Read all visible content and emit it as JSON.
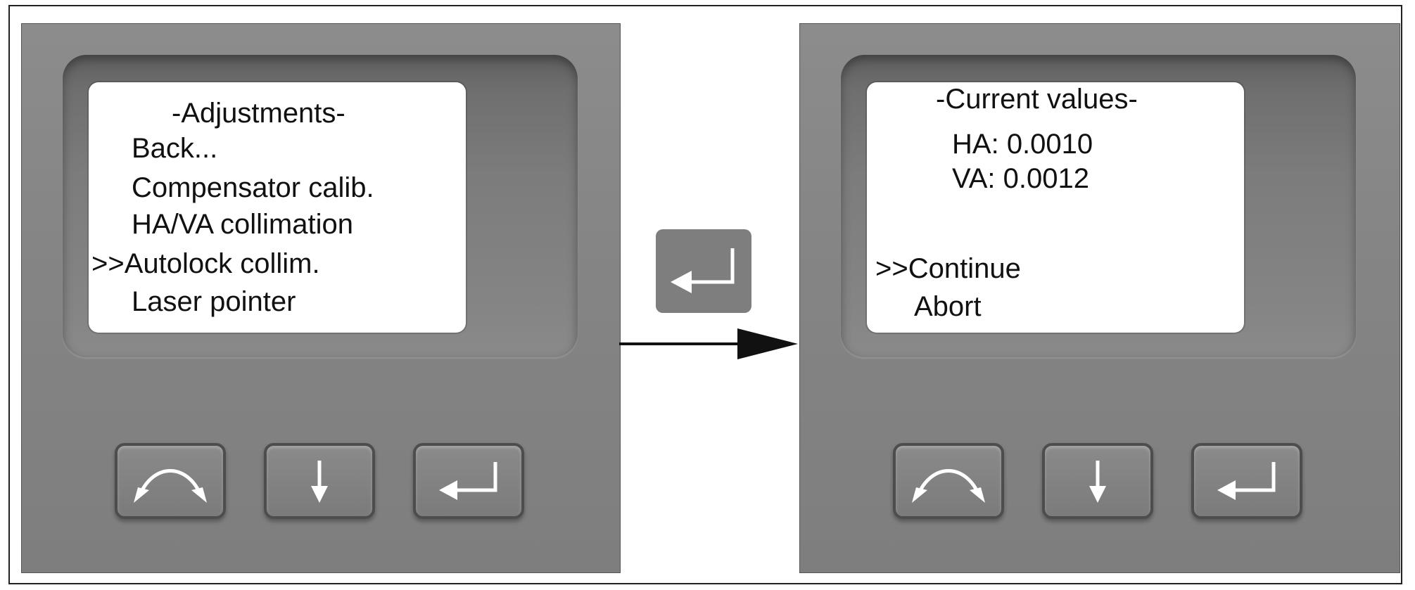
{
  "left_screen": {
    "title": "-Adjustments-",
    "items": [
      {
        "prefix": "",
        "label": "Back..."
      },
      {
        "prefix": "",
        "label": "Compensator calib."
      },
      {
        "prefix": "",
        "label": "HA/VA collimation"
      },
      {
        "prefix": ">>",
        "label": "Autolock collim."
      },
      {
        "prefix": "",
        "label": "Laser pointer"
      }
    ]
  },
  "right_screen": {
    "title": "-Current values-",
    "values": [
      {
        "label": "HA:",
        "value": "0.0010"
      },
      {
        "label": "VA:",
        "value": "0.0012"
      }
    ],
    "options": [
      {
        "prefix": ">>",
        "label": "Continue"
      },
      {
        "prefix": "",
        "label": "Abort"
      }
    ]
  },
  "keys": [
    "swap-icon",
    "down-arrow-icon",
    "enter-icon"
  ],
  "colors": {
    "panel": "#858585",
    "screen": "#ffffff",
    "text": "#111111",
    "arrow": "#111111"
  }
}
